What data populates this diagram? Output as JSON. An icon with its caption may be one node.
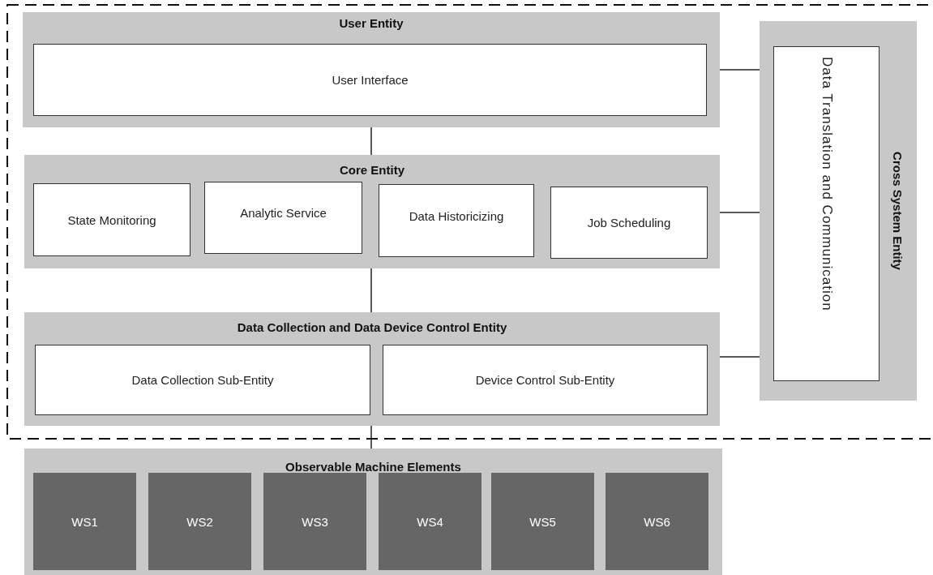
{
  "diagram": {
    "nodes": [
      {
        "text": [
          "User Entity"
        ]
      },
      {
        "text": [
          "User Interface"
        ],
        "in": 0
      },
      {
        "text": [
          "Core Entity"
        ]
      },
      {
        "text": [
          "State Monitoring"
        ],
        "in": 2
      },
      {
        "text": [
          "Analytic Service"
        ],
        "in": 2
      },
      {
        "text": [
          "Data Historicizing"
        ],
        "in": 2
      },
      {
        "text": [
          "Job Scheduling"
        ],
        "in": 2
      },
      {
        "text": [
          "Data Collection and Data Device Control Entity"
        ]
      },
      {
        "text": [
          "Data Collection Sub-Entity"
        ],
        "in": 7
      },
      {
        "text": [
          "Device Control Sub-Entity"
        ],
        "in": 7
      },
      {
        "text": [
          "Cross System Entity"
        ]
      },
      {
        "text": [
          "Data Translation and Communication"
        ],
        "in": 10
      },
      {
        "text": [
          "Observable Machine Elements"
        ]
      },
      {
        "text": [
          "WS1"
        ],
        "in": 12
      },
      {
        "text": [
          "WS2"
        ],
        "in": 12
      },
      {
        "text": [
          "WS3"
        ],
        "in": 12
      },
      {
        "text": [
          "WS4"
        ],
        "in": 12
      },
      {
        "text": [
          "WS5"
        ],
        "in": 12
      },
      {
        "text": [
          "WS6"
        ],
        "in": 12
      }
    ],
    "edges": [
      {
        "from": 0,
        "to": 2,
        "arrow": "none"
      },
      {
        "from": 2,
        "to": 7,
        "arrow": "none"
      },
      {
        "from": 7,
        "to": 12,
        "arrow": "none"
      },
      {
        "from": 0,
        "to": 10,
        "arrow": "none"
      },
      {
        "from": 2,
        "to": 10,
        "arrow": "none"
      },
      {
        "from": 7,
        "to": 10,
        "arrow": "none"
      }
    ]
  }
}
